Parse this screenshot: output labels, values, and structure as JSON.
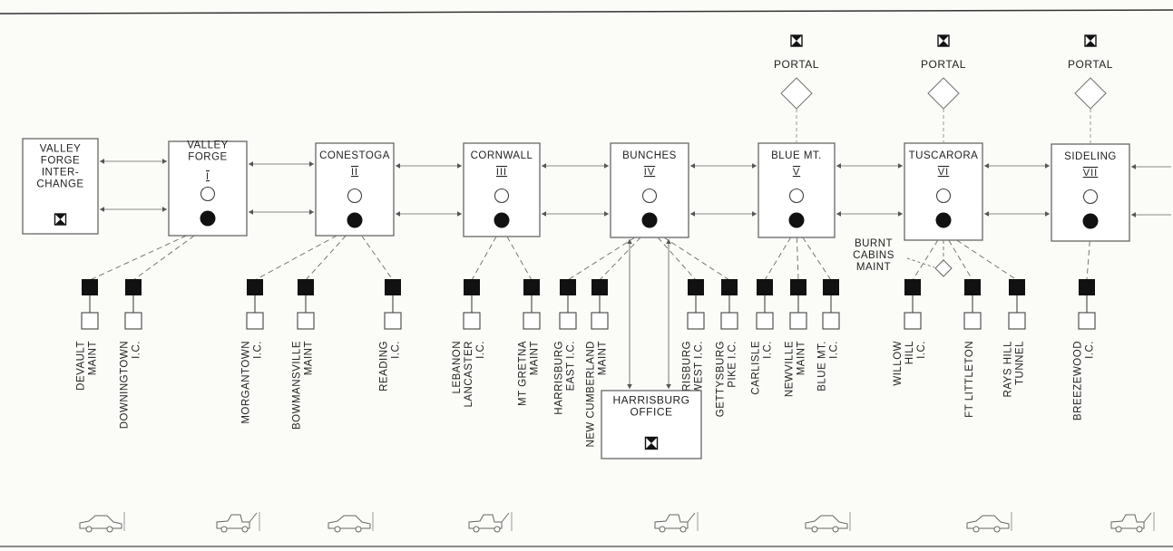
{
  "diagram": {
    "portal_label": "PORTAL",
    "maintenance_station_label": "BURNT\nCABINS\nMAINT",
    "office": {
      "name": "HARRISBURG\nOFFICE"
    },
    "stations": [
      {
        "name": "VALLEY\nFORGE\nINTER-\nCHANGE",
        "numeral": "",
        "has_portal": false,
        "terminal_icon": true
      },
      {
        "name": "VALLEY\nFORGE",
        "numeral": "I",
        "has_portal": false
      },
      {
        "name": "CONESTOGA",
        "numeral": "II",
        "has_portal": false
      },
      {
        "name": "CORNWALL",
        "numeral": "III",
        "has_portal": false
      },
      {
        "name": "BUNCHES",
        "numeral": "IV",
        "has_portal": false
      },
      {
        "name": "BLUE MT.",
        "numeral": "V",
        "has_portal": true
      },
      {
        "name": "TUSCARORA",
        "numeral": "VI",
        "has_portal": true
      },
      {
        "name": "SIDELING",
        "numeral": "VII",
        "has_portal": true
      }
    ],
    "outposts": [
      {
        "label": "DEVAULT\nMAINT",
        "parent": "VALLEY\nFORGE"
      },
      {
        "label": "DOWNINGTOWN\nI.C.",
        "parent": "VALLEY\nFORGE"
      },
      {
        "label": "MORGANTOWN\nI.C.",
        "parent": "CONESTOGA"
      },
      {
        "label": "BOWMANSVILLE\nMAINT",
        "parent": "CONESTOGA"
      },
      {
        "label": "READING\nI.C.",
        "parent": "CONESTOGA"
      },
      {
        "label": "LEBANON\nLANCASTER\nI.C.",
        "parent": "CORNWALL"
      },
      {
        "label": "MT GRETNA\nMAINT",
        "parent": "CORNWALL"
      },
      {
        "label": "HARRISBURG\nEAST I.C.",
        "parent": "BUNCHES"
      },
      {
        "label": "NEW CUMBERLAND\nMAINT",
        "parent": "BUNCHES"
      },
      {
        "label": "HARRISBURG\nWEST I.C.",
        "parent": "BUNCHES"
      },
      {
        "label": "GETTYSBURG\nPIKE I.C.",
        "parent": "BUNCHES"
      },
      {
        "label": "CARLISLE\nI.C.",
        "parent": "BLUE MT."
      },
      {
        "label": "NEWVILLE\nMAINT",
        "parent": "BLUE MT."
      },
      {
        "label": "BLUE MT.\nI.C.",
        "parent": "BLUE MT."
      },
      {
        "label": "WILLOW\nHILL\nI.C.",
        "parent": "TUSCARORA"
      },
      {
        "label": "FT LITTLETON",
        "parent": "TUSCARORA"
      },
      {
        "label": "RAYS HILL\nTUNNEL",
        "parent": "TUSCARORA"
      },
      {
        "label": "BREEZEWOOD\nI.C.",
        "parent": "SIDELING"
      }
    ],
    "vehicles": [
      "car",
      "tow-truck",
      "car",
      "tow-truck",
      "tow-truck",
      "car",
      "car",
      "tow-truck"
    ],
    "colors": {
      "line": "#555555",
      "box_border": "#666666",
      "filled": "#111111",
      "background": "#fbfbf8"
    }
  }
}
